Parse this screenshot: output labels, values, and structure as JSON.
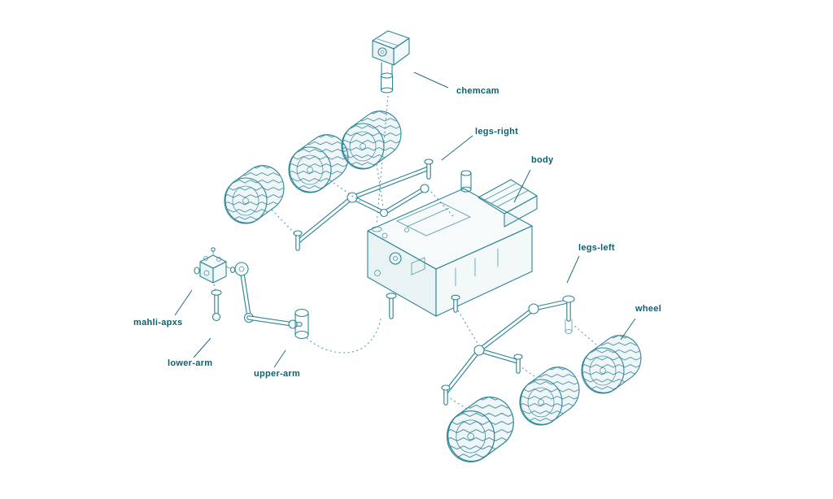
{
  "colors": {
    "stroke": "#2e8696",
    "label": "#0a616f",
    "background": "#ffffff"
  },
  "labels": {
    "chemcam": "chemcam",
    "legs_right": "legs-right",
    "body": "body",
    "legs_left": "legs-left",
    "wheel": "wheel",
    "mahli_apxs": "mahli-apxs",
    "lower_arm": "lower-arm",
    "upper_arm": "upper-arm"
  }
}
